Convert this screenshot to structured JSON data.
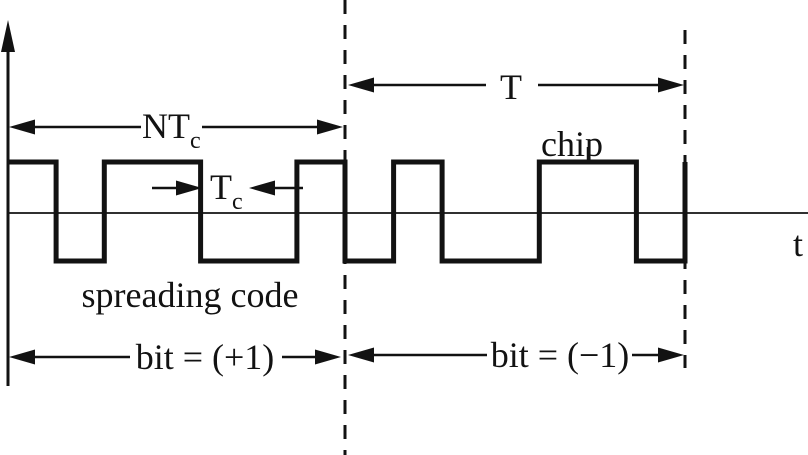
{
  "colors": {
    "background": "#ffffff",
    "ink": "#121212"
  },
  "labels": {
    "spread_factor": {
      "main": "NT",
      "sub": "c"
    },
    "bit_duration": "T",
    "chip_duration": {
      "main": "T",
      "sub": "c"
    },
    "chip": "chip",
    "spreading_code": "spreading code",
    "bit_plus": "bit = (+1)",
    "bit_minus": "bit = (−1)",
    "time_axis": "t"
  },
  "waveform": {
    "description_levels": {
      "high": 1,
      "low": -1
    },
    "chips_per_bit": 7,
    "bits": [
      {
        "value": 1,
        "chips": [
          1,
          -1,
          1,
          1,
          -1,
          -1,
          1
        ]
      },
      {
        "value": -1,
        "chips": [
          -1,
          1,
          -1,
          -1,
          1,
          1,
          -1
        ]
      }
    ]
  }
}
